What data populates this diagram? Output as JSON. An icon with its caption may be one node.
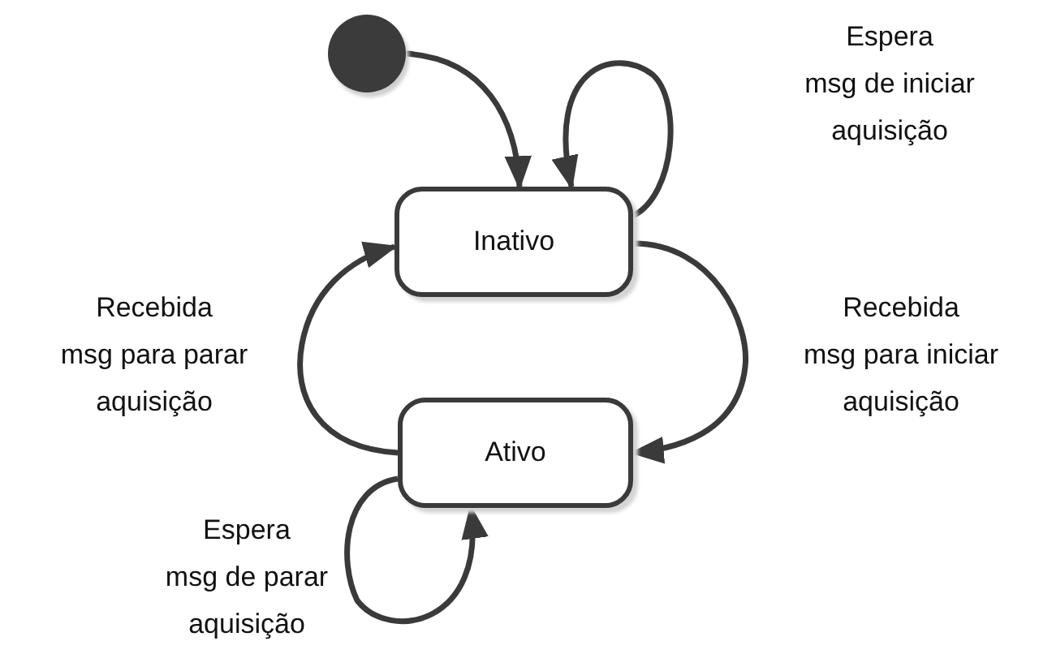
{
  "diagram": {
    "nodes": [
      {
        "text": [],
        "shape": "circle"
      },
      {
        "text": [
          "Inativo"
        ]
      },
      {
        "text": [
          "Ativo"
        ]
      }
    ],
    "edges": [
      {
        "from": 0,
        "to": 1,
        "arrow": "to"
      },
      {
        "from": 1,
        "to": 1,
        "arrow": "to",
        "label": "Espera msg de iniciar aquisição"
      },
      {
        "from": 1,
        "to": 2,
        "arrow": "to",
        "label": "Recebida msg para iniciar aquisição"
      },
      {
        "from": 2,
        "to": 1,
        "arrow": "to",
        "label": "Recebida msg para parar aquisição"
      },
      {
        "from": 2,
        "to": 2,
        "arrow": "to",
        "label": "Espera msg de parar aquisição"
      }
    ]
  }
}
